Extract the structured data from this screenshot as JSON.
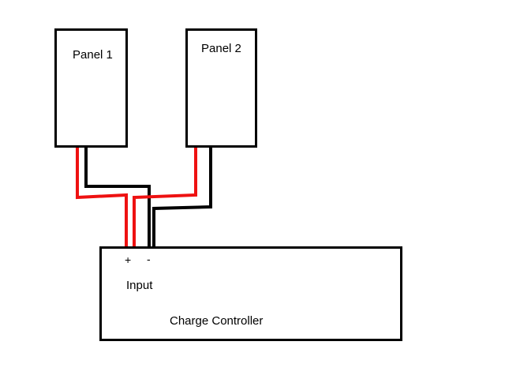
{
  "panels": [
    {
      "label": "Panel 1"
    },
    {
      "label": "Panel 2"
    }
  ],
  "controller": {
    "title": "Charge Controller",
    "input_label": "Input",
    "positive_label": "+",
    "negative_label": "-"
  },
  "wire_colors": {
    "positive": "#ee1111",
    "negative": "#000000"
  }
}
